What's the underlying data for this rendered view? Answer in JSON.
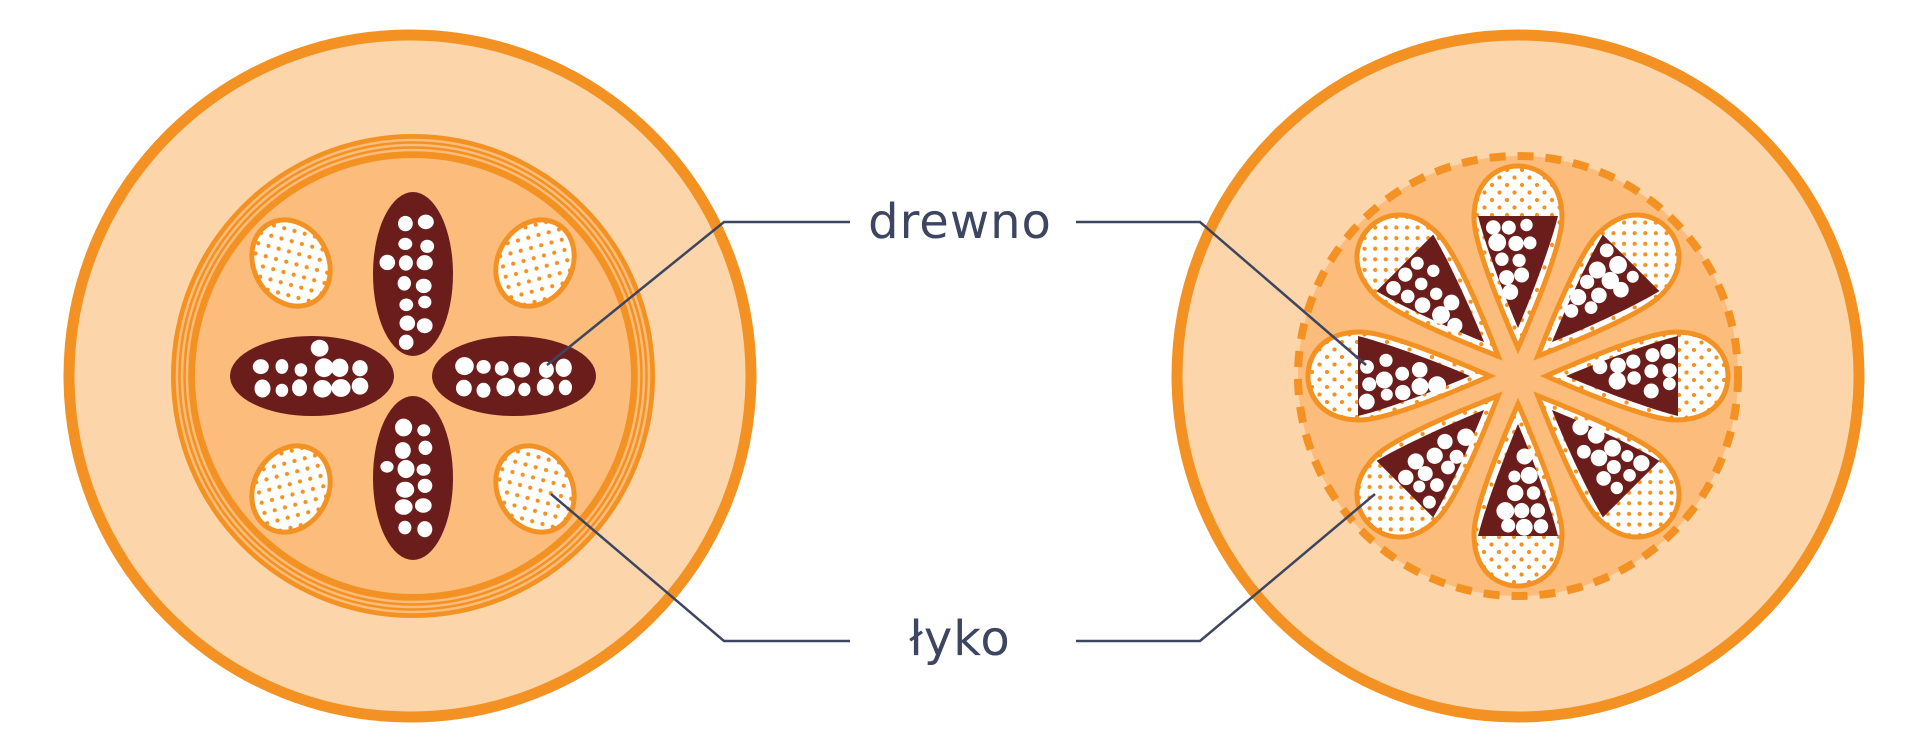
{
  "labels": {
    "xylem": "drewno",
    "phloem": "łyko"
  },
  "colors": {
    "ring": "#f39222",
    "cortex": "#fdd5aa",
    "stele": "#fbbc7c",
    "xylem": "#6b1d1c",
    "phloem_fill": "#ffffff",
    "phloem_dots": "#f39222",
    "leader": "#3d4560",
    "text": "#3d4560"
  },
  "diagrams": [
    {
      "name": "root-cross-section",
      "xylem_bundles": 4,
      "phloem_bundles": 4
    },
    {
      "name": "stem-cross-section",
      "vascular_bundles": 8
    }
  ]
}
